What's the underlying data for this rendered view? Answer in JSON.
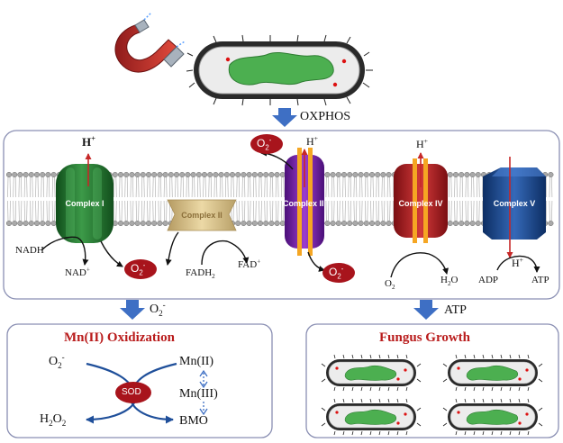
{
  "header": {
    "oxphos_label": "OXPHOS"
  },
  "membrane": {
    "complex1": "Complex I",
    "complex2": "Complex II",
    "complex3": "Complex III",
    "complex4": "Complex IV",
    "complex5": "Complex V",
    "h_plus": "H",
    "plus": "+",
    "superoxide_base": "O",
    "superoxide_sub": "2",
    "superoxide_sup": "-",
    "nadh": "NADH",
    "nad_base": "NAD",
    "nad_sup": "+",
    "fadh2_base": "FADH",
    "fadh2_sub": "2",
    "fad_base": "FAD",
    "fad_sup": "+",
    "o2_base": "O",
    "o2_sub": "2",
    "h2o_h": "H",
    "h2o_sub": "2",
    "h2o_o": "O",
    "adp": "ADP",
    "atp": "ATP"
  },
  "arrows": {
    "o2_base": "O",
    "o2_sub": "2",
    "o2_sup": "-",
    "atp": "ATP"
  },
  "mn_panel": {
    "title": "Mn(II) Oxidization",
    "o2_base": "O",
    "o2_sub": "2",
    "o2_sup": "-",
    "h2o2_h": "H",
    "h2o2_sub1": "2",
    "h2o2_o": "O",
    "h2o2_sub2": "2",
    "sod": "SOD",
    "mn2": "Mn(II)",
    "mn3": "Mn(III)",
    "bmo": "BMO"
  },
  "fungus_panel": {
    "title": "Fungus Growth"
  },
  "colors": {
    "panel_border": "#8a8fb3",
    "arrow_blue": "#3e6fc4",
    "superoxide_red": "#a8141c",
    "complex1": "#2e7d32",
    "complex2": "#d8c08a",
    "complex3": "#7b1fa2",
    "complex4": "#b71c1c",
    "complex5": "#1f4f8f",
    "title_red": "#b91c1c",
    "green_content": "#4caf50"
  }
}
